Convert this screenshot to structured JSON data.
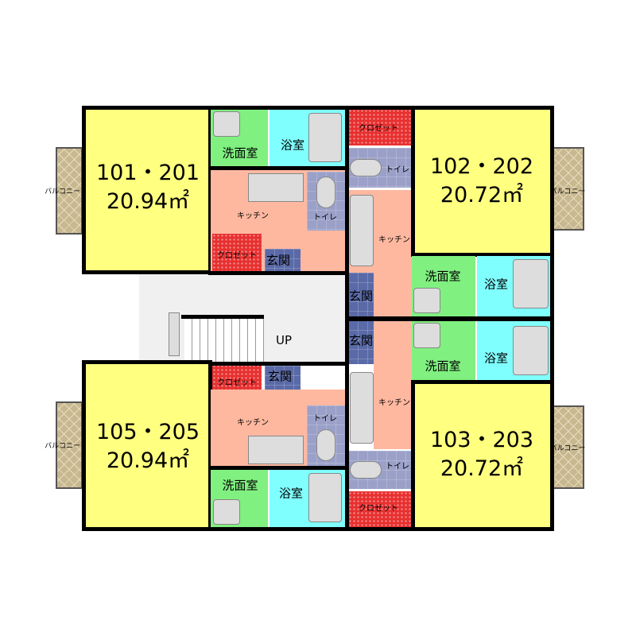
{
  "units": [
    {
      "number": "101・201",
      "area": "20.94㎡"
    },
    {
      "number": "102・202",
      "area": "20.72㎡"
    },
    {
      "number": "105・205",
      "area": "20.94㎡"
    },
    {
      "number": "103・203",
      "area": "20.72㎡"
    }
  ],
  "rooms": {
    "washroom": "洗面室",
    "bath": "浴室",
    "kitchen": "キッチン",
    "toilet": "トイレ",
    "closet": "クロゼット",
    "entrance": "玄関",
    "balcony": "バルコニー"
  },
  "stairs": {
    "label": "UP"
  },
  "colors": {
    "room": "#ffff80",
    "washroom": "#80f080",
    "bath": "#80ffff",
    "kitchen": "#ffb8a0",
    "toilet": "#9aa0c8",
    "entrance": "#5a6aa8",
    "closet": "#e83030"
  }
}
